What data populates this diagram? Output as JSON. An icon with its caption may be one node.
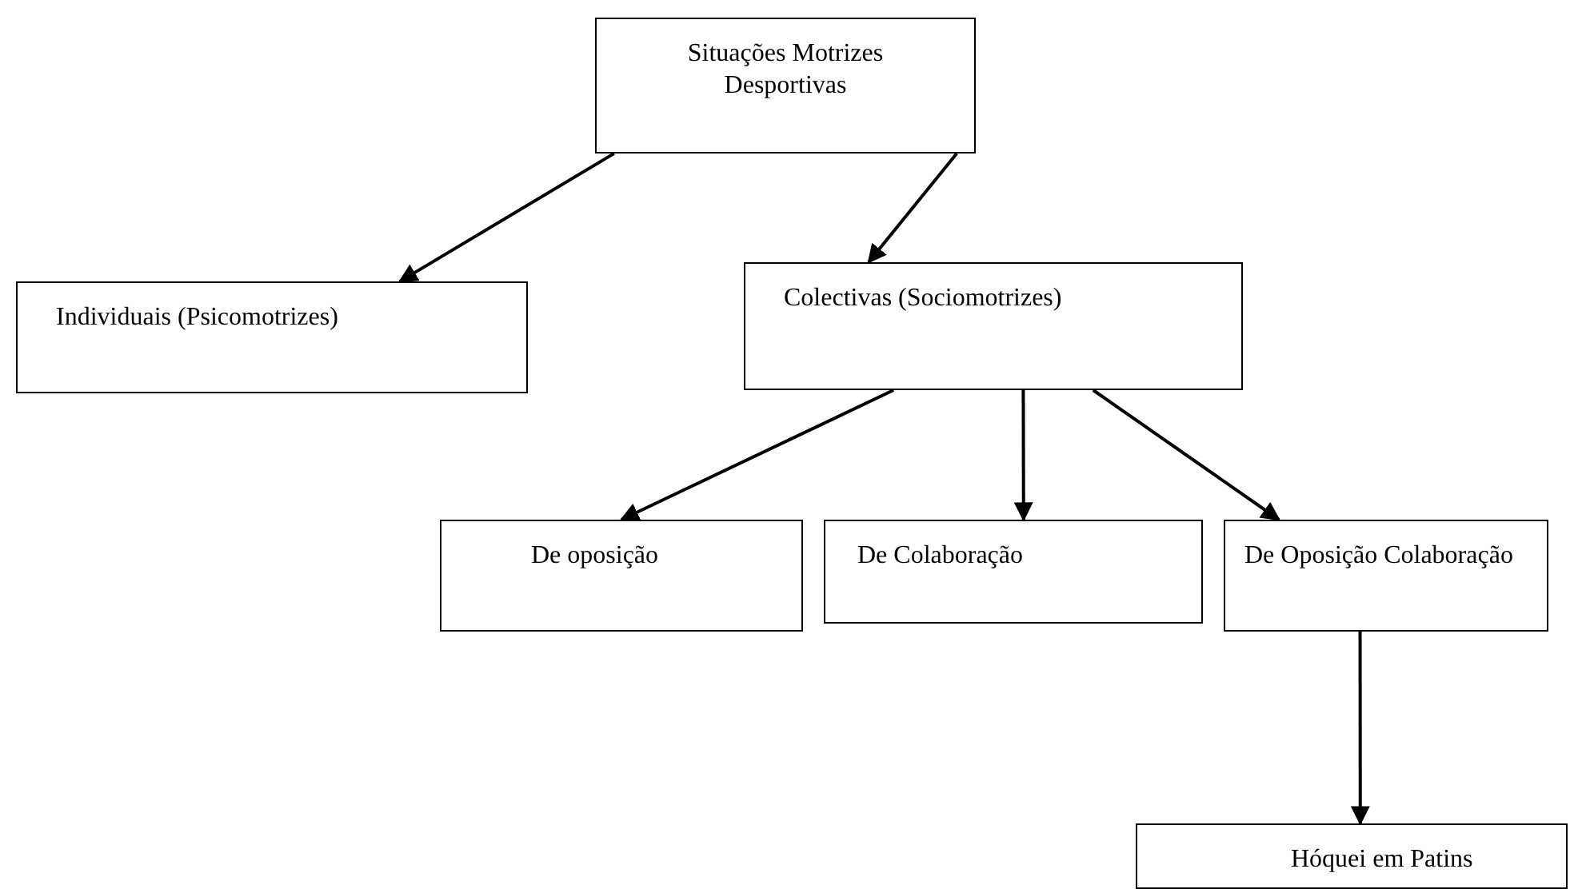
{
  "diagram": {
    "nodes": [
      {
        "text": [
          "Situações Motrizes Desportivas"
        ]
      },
      {
        "text": [
          "Individuais (Psicomotrizes)"
        ]
      },
      {
        "text": [
          "Colectivas (Sociomotrizes)"
        ]
      },
      {
        "text": [
          "De oposição"
        ]
      },
      {
        "text": [
          "De Colaboração"
        ]
      },
      {
        "text": [
          "De Oposição Colaboração"
        ]
      },
      {
        "text": [
          "Hóquei em Patins"
        ]
      }
    ],
    "edges": [
      {
        "from": 0,
        "to": 1,
        "arrow": "to"
      },
      {
        "from": 0,
        "to": 2,
        "arrow": "to"
      },
      {
        "from": 2,
        "to": 3,
        "arrow": "to"
      },
      {
        "from": 2,
        "to": 4,
        "arrow": "to"
      },
      {
        "from": 2,
        "to": 5,
        "arrow": "to"
      },
      {
        "from": 5,
        "to": 6,
        "arrow": "to"
      }
    ]
  }
}
